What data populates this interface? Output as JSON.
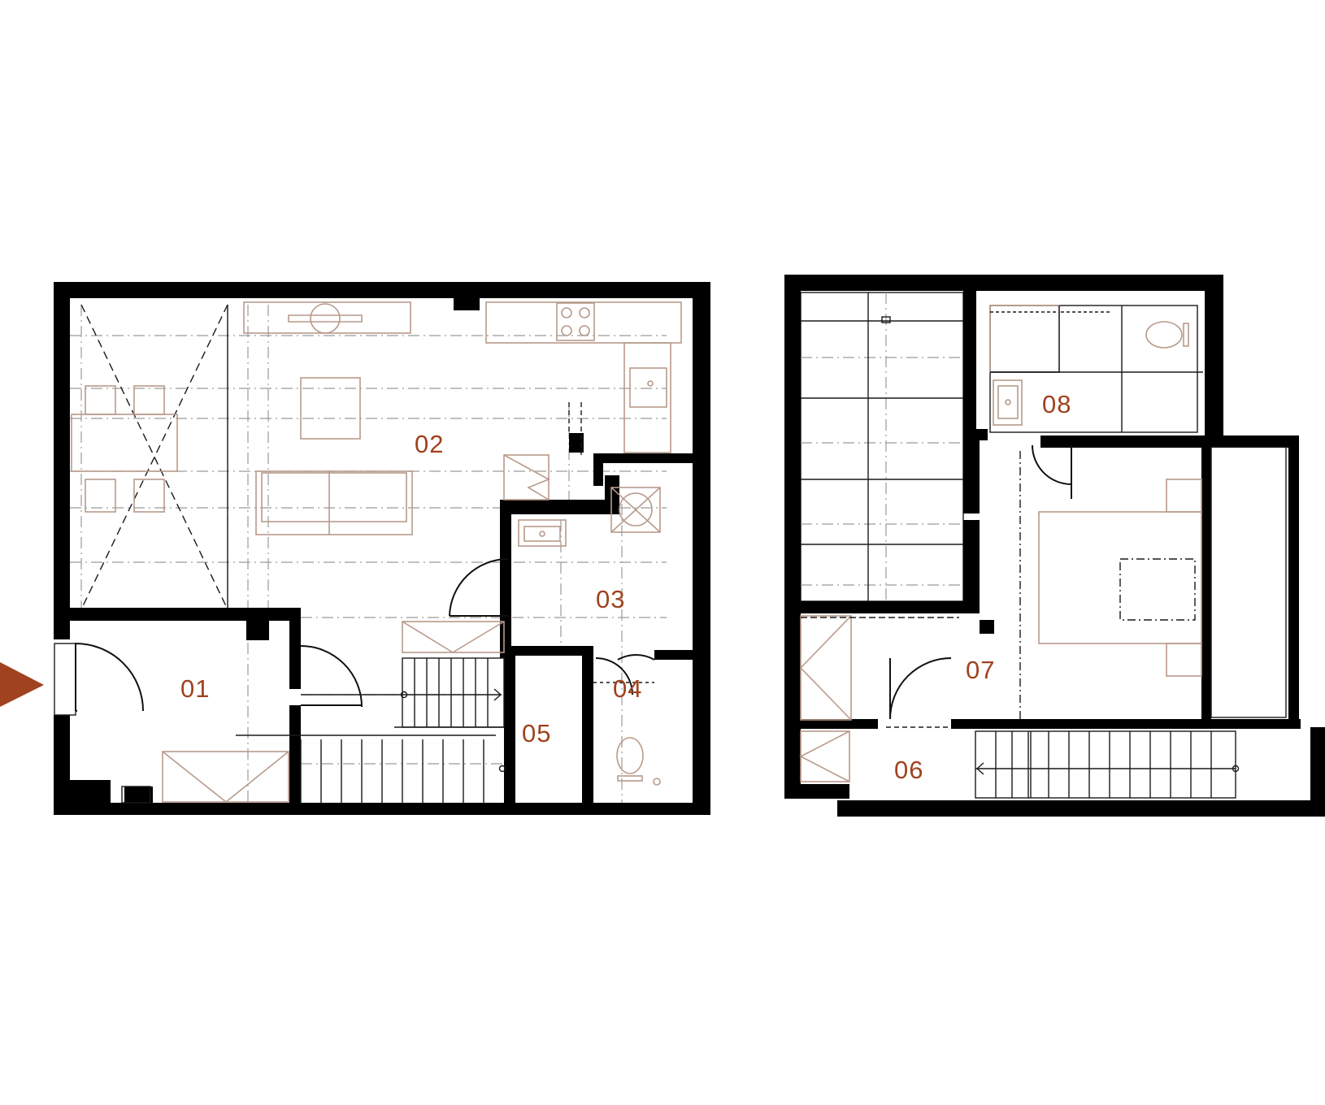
{
  "colors": {
    "accent": "#a0421f",
    "wall": "#000000",
    "furniture": "#b79a8a"
  },
  "icons": {
    "entrance": "entrance-arrow-icon"
  },
  "ground_floor": {
    "rooms": [
      {
        "id": "01"
      },
      {
        "id": "02"
      },
      {
        "id": "03"
      },
      {
        "id": "04"
      },
      {
        "id": "05"
      }
    ]
  },
  "upper_floor": {
    "rooms": [
      {
        "id": "06"
      },
      {
        "id": "07"
      },
      {
        "id": "08"
      }
    ]
  }
}
